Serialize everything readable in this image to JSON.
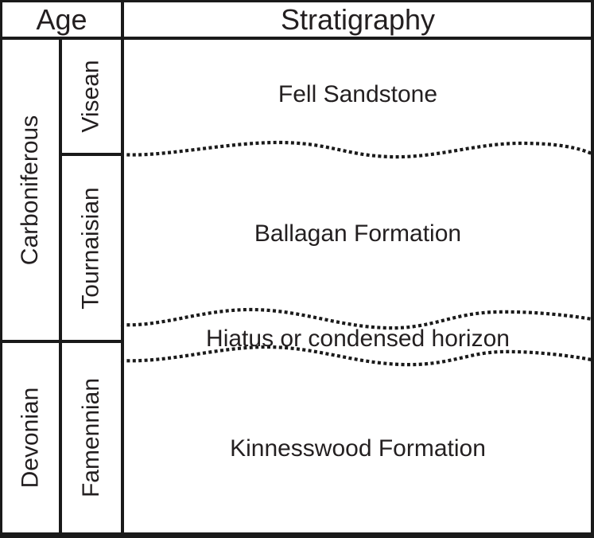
{
  "header": {
    "age_label": "Age",
    "stratigraphy_label": "Stratigraphy"
  },
  "age_periods": [
    {
      "name": "Carboniferous"
    },
    {
      "name": "Devonian"
    }
  ],
  "age_stages": [
    {
      "name": "Visean"
    },
    {
      "name": "Tournaisian"
    },
    {
      "name": "Famennian"
    }
  ],
  "strat_units": [
    {
      "name": "Fell Sandstone"
    },
    {
      "name": "Ballagan Formation"
    },
    {
      "name": "Hiatus or condensed horizon"
    },
    {
      "name": "Kinnesswood Formation"
    }
  ],
  "colors": {
    "line": "#1a1a1a",
    "text": "#231f20",
    "background": "#ffffff"
  }
}
